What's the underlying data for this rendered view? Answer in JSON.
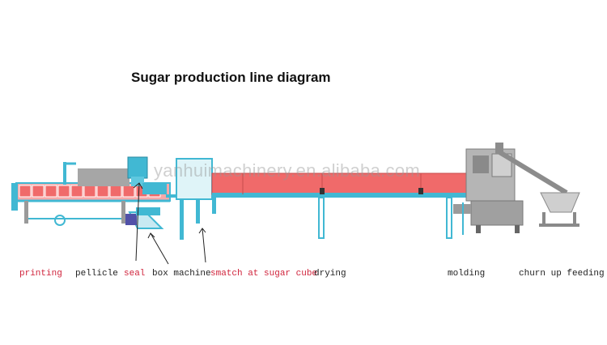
{
  "title": "Sugar production line diagram",
  "watermark": "yanhuimachinery.en.alibaba.com",
  "colors": {
    "red_label": "#d0243c",
    "black_label": "#222222",
    "conveyor_red": "#f06a6a",
    "frame_cyan": "#41b8d3",
    "machine_gray": "#9a9a9a"
  },
  "stages": [
    {
      "label": "printing",
      "highlight": true
    },
    {
      "label": "pellicle",
      "highlight": false
    },
    {
      "label": "seal",
      "highlight": true
    },
    {
      "label": "box machine",
      "highlight": false
    },
    {
      "label": "smatch at sugar cube",
      "highlight": true
    },
    {
      "label": "drying",
      "highlight": false
    },
    {
      "label": "molding",
      "highlight": false
    },
    {
      "label": "churn up feeding",
      "highlight": false
    }
  ]
}
